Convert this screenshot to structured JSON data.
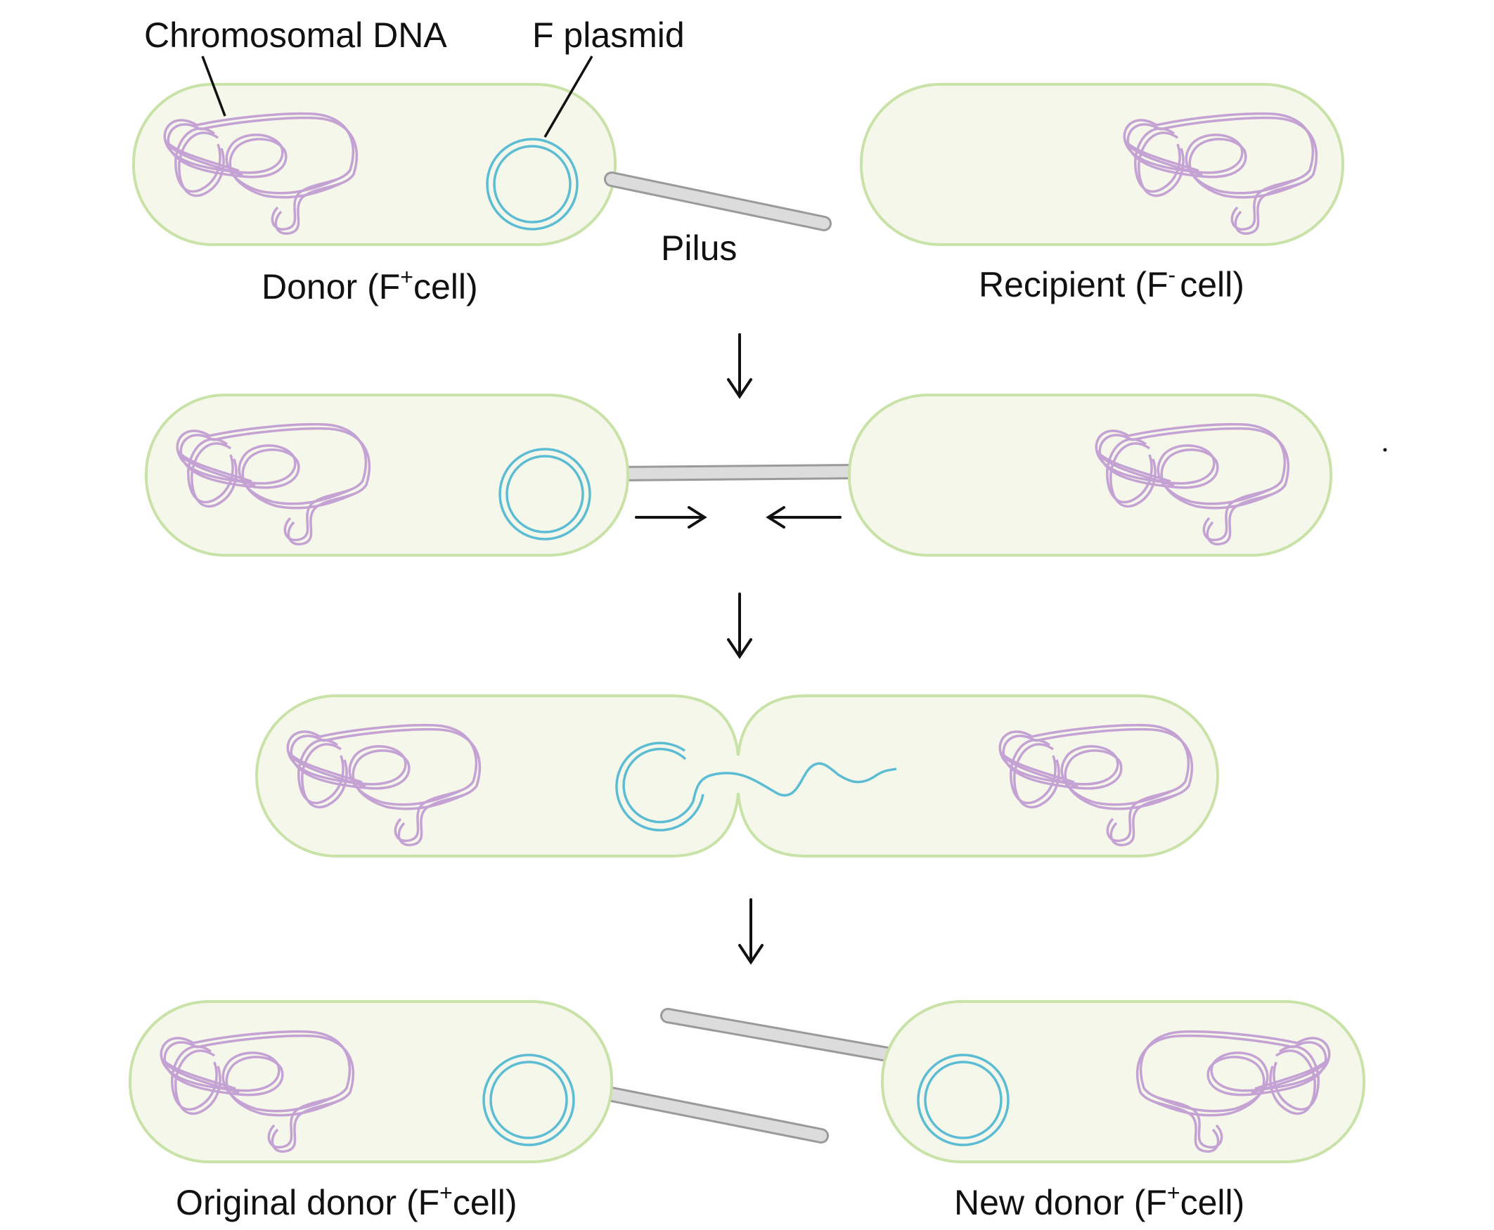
{
  "labels": {
    "chromosomal_dna": "Chromosomal DNA",
    "f_plasmid": "F plasmid",
    "pilus": "Pilus",
    "donor": "Donor (F",
    "donor_sup": "+",
    "donor_end": "cell)",
    "recipient": "Recipient (F",
    "recipient_sup": "-",
    "recipient_end": "cell)",
    "original_donor": "Original donor (F",
    "original_donor_sup": "+",
    "original_donor_end": "cell)",
    "new_donor": "New donor (F",
    "new_donor_sup": "+",
    "new_donor_end": "cell)"
  },
  "colors": {
    "cell_fill": "#f4f7ea",
    "cell_outline": "#c9e2a7",
    "chromosomal_dna": "#c4a2d4",
    "f_plasmid": "#5bbcd4",
    "pilus": "#dcdcdc"
  }
}
